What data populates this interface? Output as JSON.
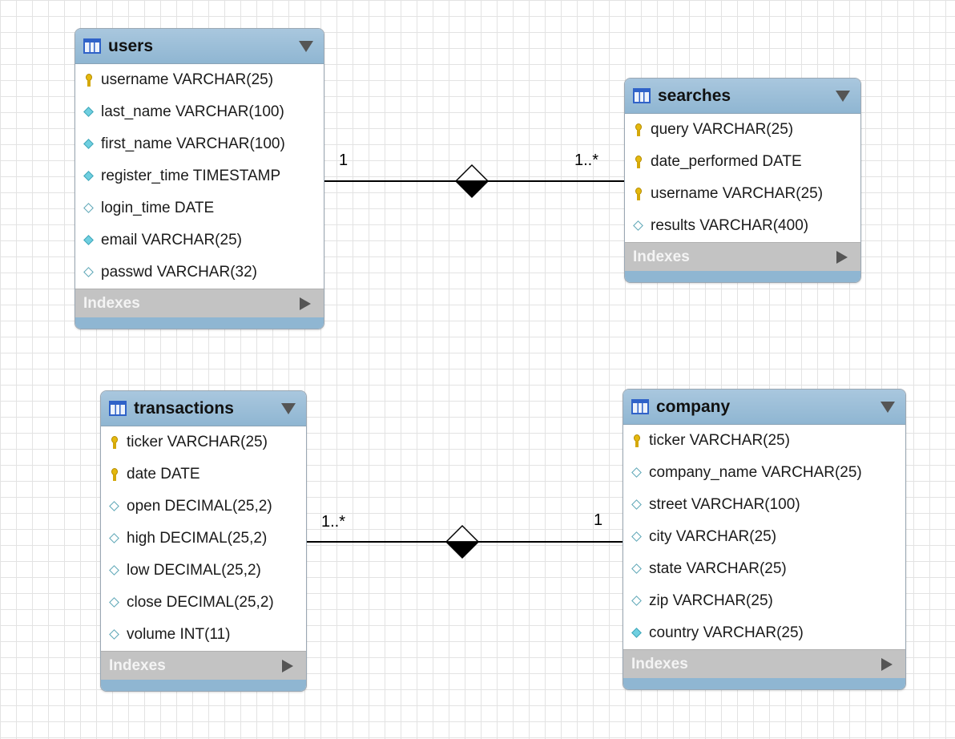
{
  "tables": [
    {
      "title": "users",
      "indexes_label": "Indexes",
      "columns": [
        {
          "text": "username VARCHAR(25)",
          "icon": "primary-key-icon"
        },
        {
          "text": "last_name VARCHAR(100)",
          "icon": "not-null-column-icon"
        },
        {
          "text": "first_name VARCHAR(100)",
          "icon": "not-null-column-icon"
        },
        {
          "text": "register_time TIMESTAMP",
          "icon": "not-null-column-icon"
        },
        {
          "text": "login_time DATE",
          "icon": "nullable-column-icon"
        },
        {
          "text": "email VARCHAR(25)",
          "icon": "not-null-column-icon"
        },
        {
          "text": "passwd VARCHAR(32)",
          "icon": "nullable-column-icon"
        }
      ]
    },
    {
      "title": "searches",
      "indexes_label": "Indexes",
      "columns": [
        {
          "text": "query VARCHAR(25)",
          "icon": "primary-key-icon"
        },
        {
          "text": "date_performed DATE",
          "icon": "primary-key-icon"
        },
        {
          "text": "username VARCHAR(25)",
          "icon": "primary-key-icon"
        },
        {
          "text": "results VARCHAR(400)",
          "icon": "nullable-column-icon"
        }
      ]
    },
    {
      "title": "transactions",
      "indexes_label": "Indexes",
      "columns": [
        {
          "text": "ticker VARCHAR(25)",
          "icon": "primary-key-icon"
        },
        {
          "text": "date DATE",
          "icon": "primary-key-icon"
        },
        {
          "text": "open DECIMAL(25,2)",
          "icon": "nullable-column-icon"
        },
        {
          "text": "high DECIMAL(25,2)",
          "icon": "nullable-column-icon"
        },
        {
          "text": "low DECIMAL(25,2)",
          "icon": "nullable-column-icon"
        },
        {
          "text": "close DECIMAL(25,2)",
          "icon": "nullable-column-icon"
        },
        {
          "text": "volume INT(11)",
          "icon": "nullable-column-icon"
        }
      ]
    },
    {
      "title": "company",
      "indexes_label": "Indexes",
      "columns": [
        {
          "text": "ticker VARCHAR(25)",
          "icon": "primary-key-icon"
        },
        {
          "text": "company_name VARCHAR(25)",
          "icon": "nullable-column-icon"
        },
        {
          "text": "street VARCHAR(100)",
          "icon": "nullable-column-icon"
        },
        {
          "text": "city VARCHAR(25)",
          "icon": "nullable-column-icon"
        },
        {
          "text": "state VARCHAR(25)",
          "icon": "nullable-column-icon"
        },
        {
          "text": "zip VARCHAR(25)",
          "icon": "nullable-column-icon"
        },
        {
          "text": "country VARCHAR(25)",
          "icon": "not-null-column-icon"
        }
      ]
    }
  ],
  "relationships": [
    {
      "from": "users",
      "to": "searches",
      "from_card": "1",
      "to_card": "1..*"
    },
    {
      "from": "transactions",
      "to": "company",
      "from_card": "1..*",
      "to_card": "1"
    }
  ]
}
